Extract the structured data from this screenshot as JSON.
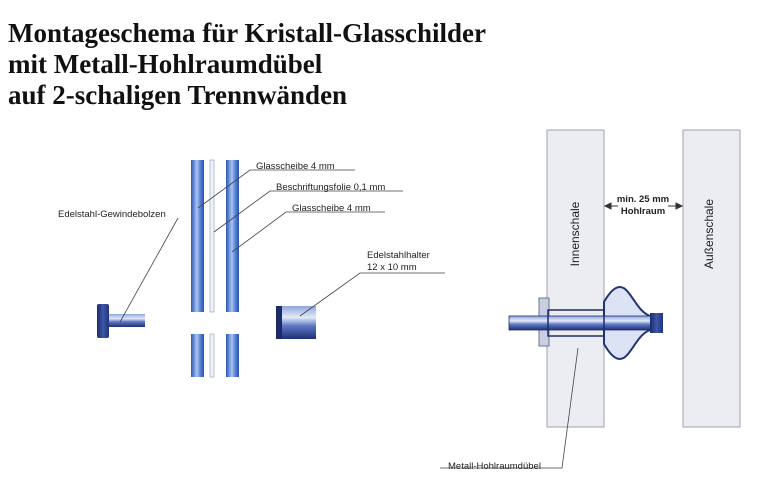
{
  "title": {
    "line1": "Montageschema für Kristall-Glasschilder",
    "line2": "mit Metall-Hohlraumdübel",
    "line3": "auf 2-schaligen Trennwänden"
  },
  "labels": {
    "glass_top": "Glasscheibe 4 mm",
    "foil": "Beschriftungsfolie 0,1 mm",
    "glass_bottom": "Glasscheibe 4 mm",
    "bolt": "Edelstahl-Gewindebolzen",
    "holder_line1": "Edelstahlhalter",
    "holder_line2": "12 x 10 mm",
    "inner_shell": "Innenschale",
    "outer_shell": "Außenschale",
    "gap_line1": "min. 25 mm",
    "gap_line2": "Hohlraum",
    "anchor": "Metall-Hohlraumdübel"
  },
  "colors": {
    "glass_blue": "#3a66c8",
    "wall_fill": "#ebebf2",
    "steel_dark": "#1e2d6b"
  }
}
